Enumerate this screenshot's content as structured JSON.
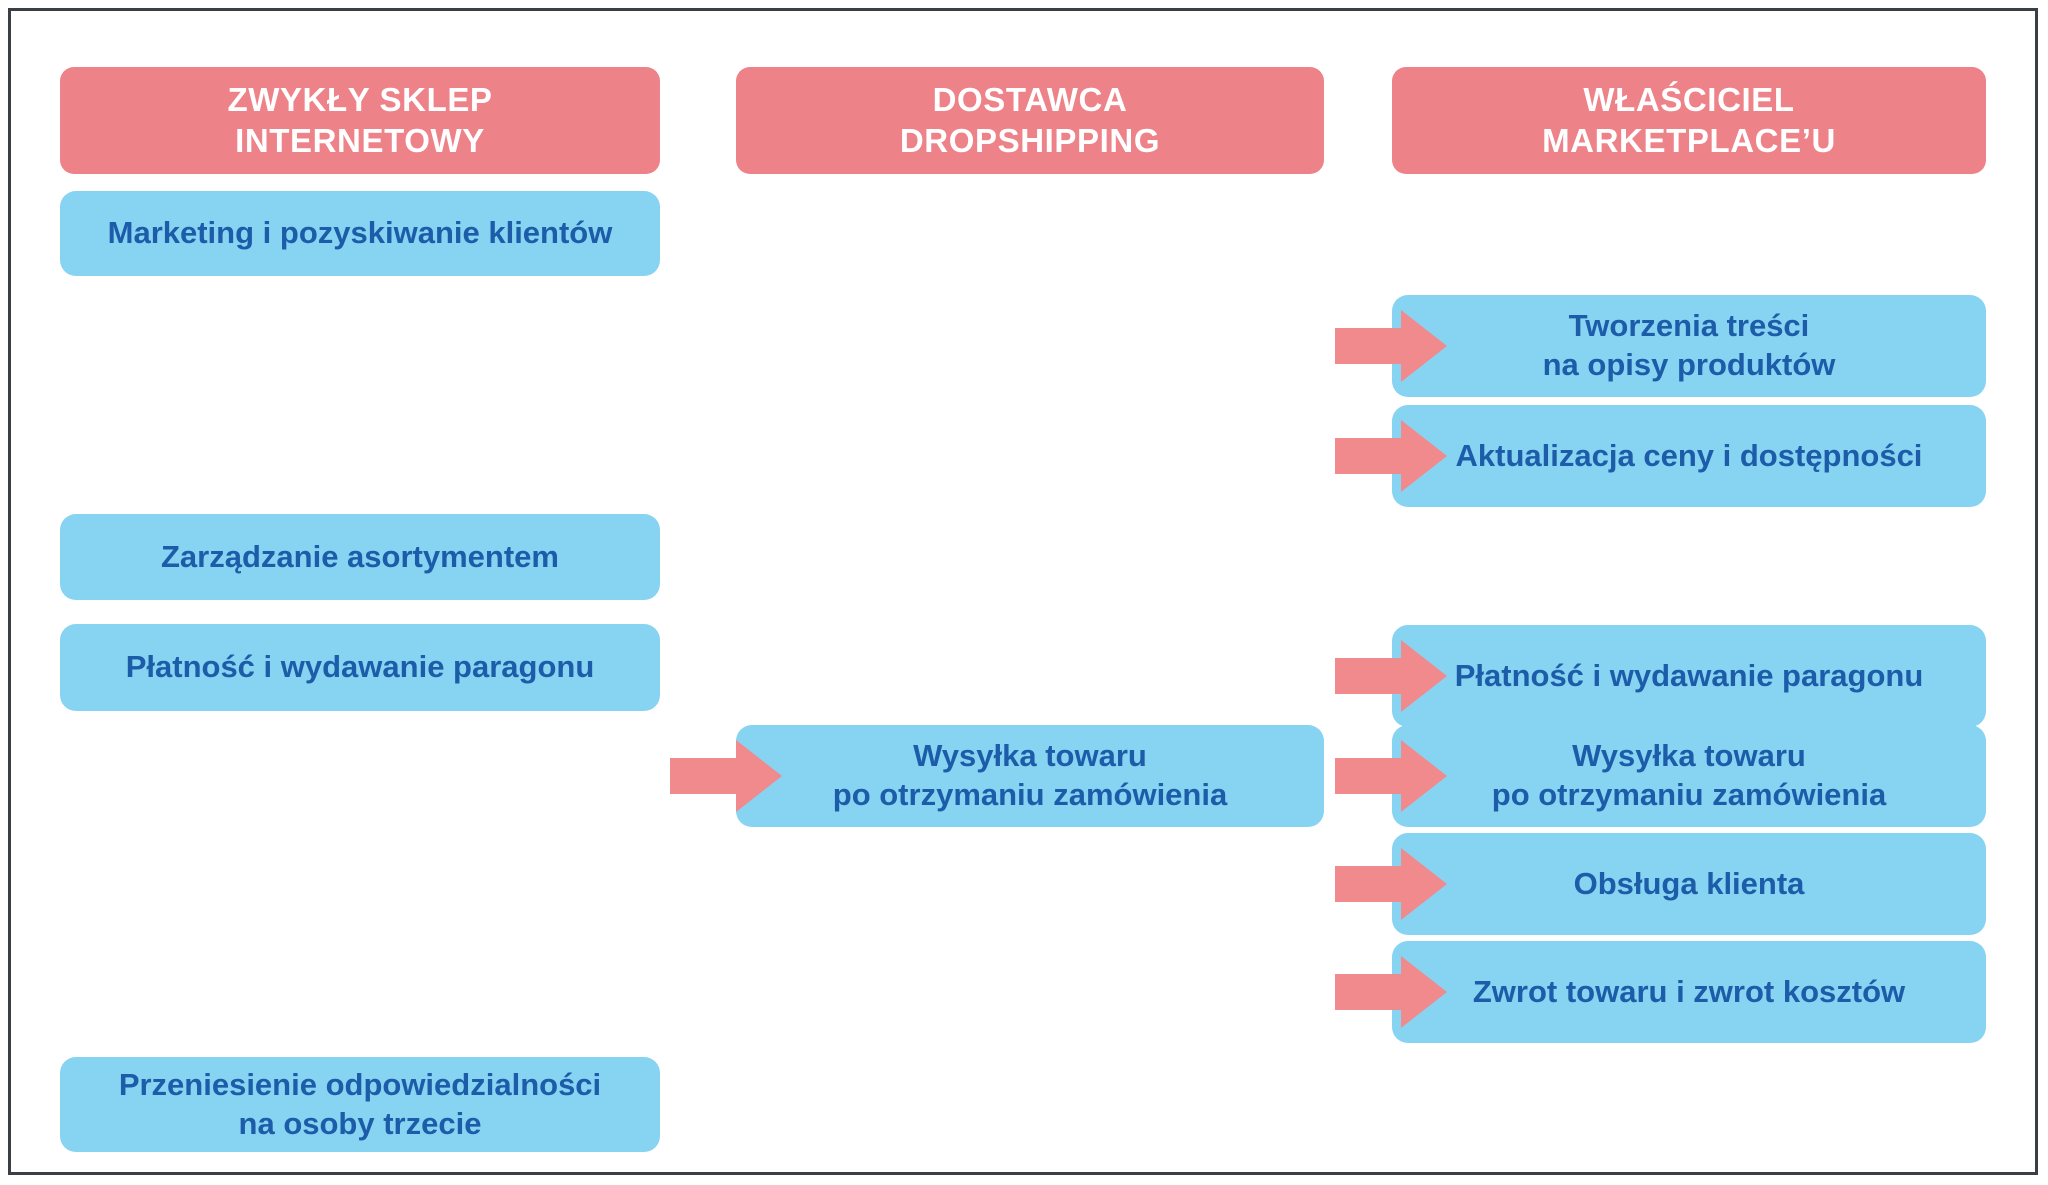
{
  "diagram": {
    "title_colors": {
      "header_bg": "#EE8289",
      "node_bg": "#87D3F2",
      "node_text": "#1C5CA8",
      "arrow": "#F18A8C",
      "frame_border": "#3A3F45",
      "page_bg": "#FFFFFF"
    },
    "columns": [
      {
        "id": "col-ordinary-shop",
        "header": "ZWYKŁY SKLEP\nINTERNETOWY"
      },
      {
        "id": "col-dropshipping-supplier",
        "header": "DOSTAWCA\nDROPSHIPPING"
      },
      {
        "id": "col-marketplace-owner",
        "header": "WŁAŚCICIEL\nMARKETPLACE’U"
      }
    ],
    "nodes": [
      {
        "id": "n1",
        "column": 0,
        "label": "Marketing i pozyskiwanie klientów",
        "has_arrow": false
      },
      {
        "id": "n2",
        "column": 0,
        "label": "Zarządzanie asortymentem",
        "has_arrow": false
      },
      {
        "id": "n3",
        "column": 0,
        "label": "Płatność i wydawanie paragonu",
        "has_arrow": false
      },
      {
        "id": "n4",
        "column": 0,
        "label": "Przeniesienie odpowiedzialności\nna osoby trzecie",
        "has_arrow": false
      },
      {
        "id": "n5",
        "column": 1,
        "label": "Wysyłka towaru\npo otrzymaniu zamówienia",
        "has_arrow": true
      },
      {
        "id": "n6",
        "column": 2,
        "label": "Tworzenia treści\nna opisy produktów",
        "has_arrow": true
      },
      {
        "id": "n7",
        "column": 2,
        "label": "Aktualizacja ceny i dostępności",
        "has_arrow": true
      },
      {
        "id": "n8",
        "column": 2,
        "label": "Płatność i wydawanie paragonu",
        "has_arrow": true
      },
      {
        "id": "n9",
        "column": 2,
        "label": "Wysyłka towaru\npo otrzymaniu zamówienia",
        "has_arrow": true
      },
      {
        "id": "n10",
        "column": 2,
        "label": "Obsługa klienta",
        "has_arrow": true
      },
      {
        "id": "n11",
        "column": 2,
        "label": "Zwrot towaru i zwrot kosztów",
        "has_arrow": true
      }
    ]
  }
}
